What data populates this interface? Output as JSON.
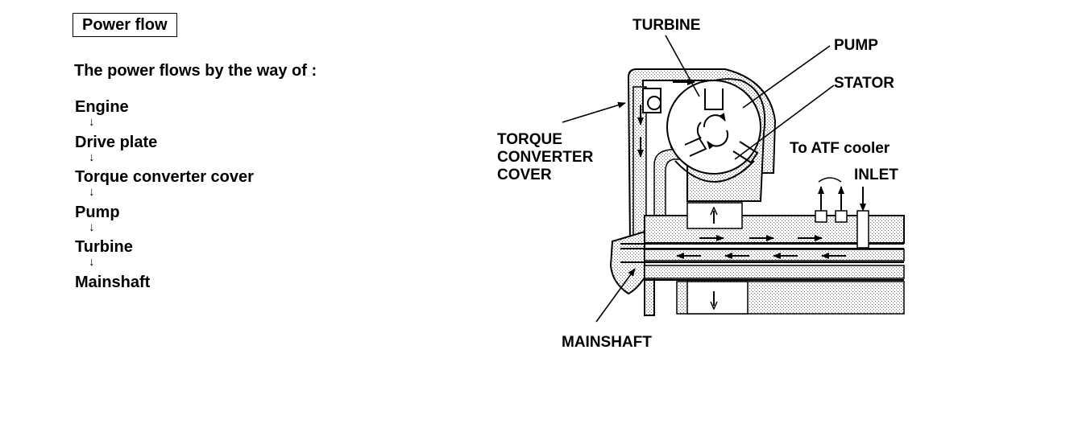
{
  "header": {
    "title": "Power flow"
  },
  "intro": {
    "text": "The power flows by the way of :"
  },
  "flow": {
    "steps": [
      "Engine",
      "Drive plate",
      "Torque converter cover",
      "Pump",
      "Turbine",
      "Mainshaft"
    ],
    "arrow_glyph": "↓"
  },
  "diagram": {
    "labels": {
      "turbine": "TURBINE",
      "pump": "PUMP",
      "stator": "STATOR",
      "torque_converter_cover_line1": "TORQUE",
      "torque_converter_cover_line2": "CONVERTER",
      "torque_converter_cover_line3": "COVER",
      "to_atf_cooler": "To ATF cooler",
      "inlet": "INLET",
      "mainshaft": "MAINSHAFT"
    },
    "colors": {
      "line": "#000000",
      "hatch": "#9a9a9a",
      "background": "#ffffff"
    }
  }
}
